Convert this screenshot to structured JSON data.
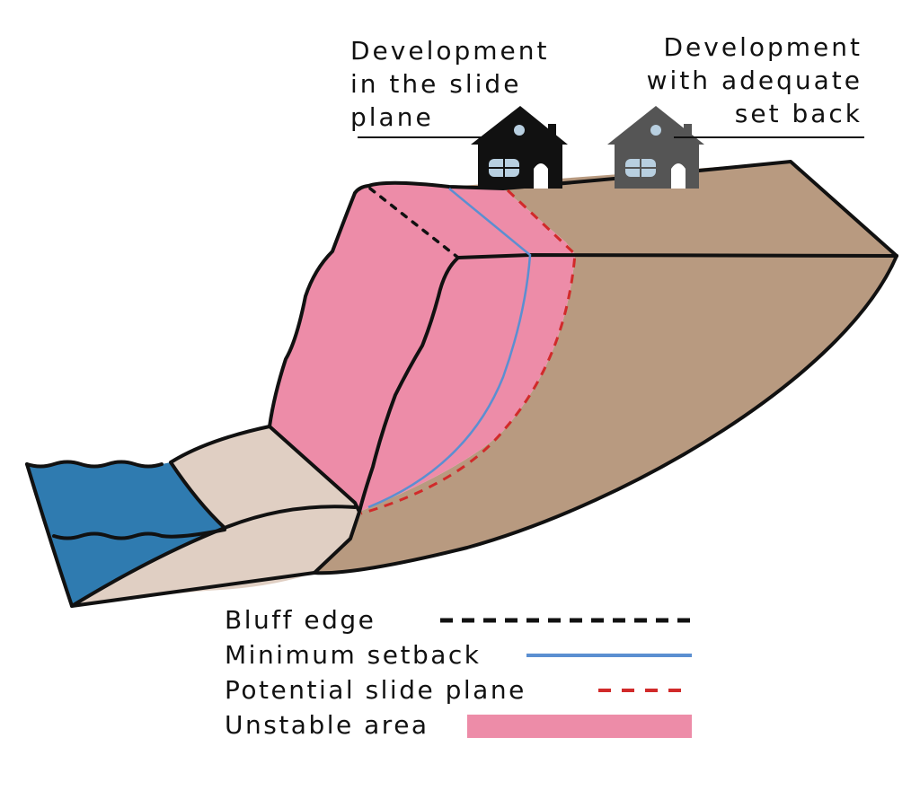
{
  "labels": {
    "in_slide_plane": [
      "Development",
      "in the slide",
      "plane"
    ],
    "adequate_setback": [
      "Development",
      "with adequate",
      "set back"
    ]
  },
  "legend": [
    {
      "label": "Bluff edge",
      "style": "dashed",
      "color": "#111111"
    },
    {
      "label": "Minimum setback",
      "style": "solid",
      "color": "#5b8fd1"
    },
    {
      "label": "Potential slide plane",
      "style": "dashed",
      "color": "#d12a2a"
    },
    {
      "label": "Unstable area",
      "style": "fill",
      "color": "#ed8ca8"
    }
  ],
  "colors": {
    "unstable_area": "#ed8ca8",
    "stable_ground": "#b89a80",
    "beach": "#e0cfc3",
    "water": "#2f7bb0",
    "house_in_slide_plane": "#111111",
    "house_setback": "#555555",
    "window": "#b8cfe0",
    "setback_line": "#5b8fd1",
    "slide_plane_line": "#d12a2a"
  }
}
